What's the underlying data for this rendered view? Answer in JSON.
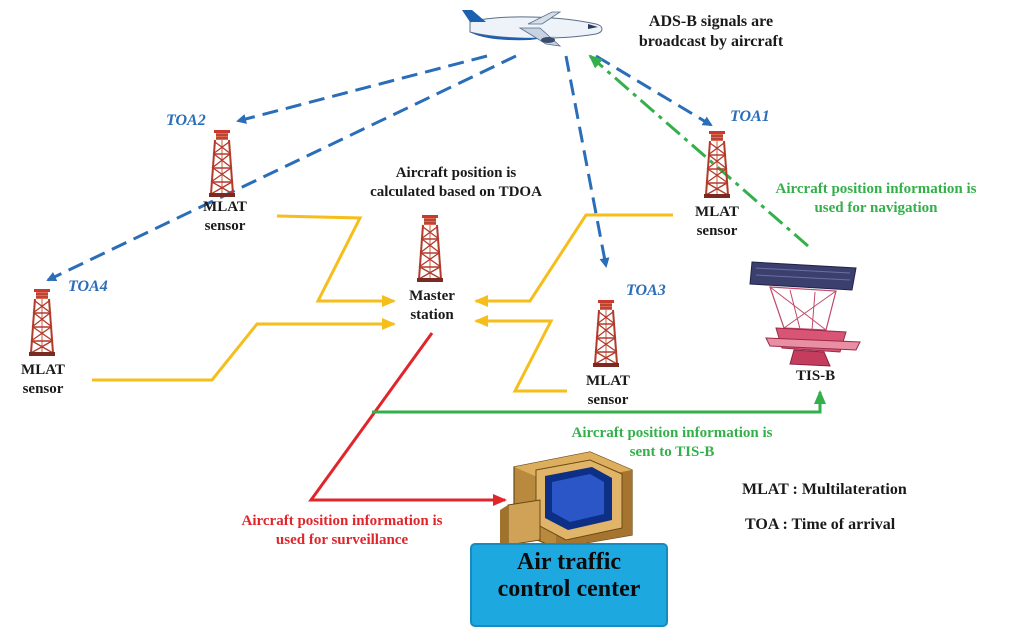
{
  "aircraft": {
    "label_line1": "ADS-B signals are",
    "label_line2": "broadcast by aircraft"
  },
  "toa": {
    "toa1": "TOA1",
    "toa2": "TOA2",
    "toa3": "TOA3",
    "toa4": "TOA4"
  },
  "sensors": {
    "sensor_label_line1": "MLAT",
    "sensor_label_line2": "sensor"
  },
  "master": {
    "caption_line1": "Aircraft position is",
    "caption_line2": "calculated based on TDOA",
    "label_line1": "Master",
    "label_line2": "station"
  },
  "tisb": {
    "label": "TIS-B"
  },
  "flows": {
    "navigation_line1": "Aircraft position information is",
    "navigation_line2": "used for navigation",
    "tisb_line1": "Aircraft position information is",
    "tisb_line2": "sent to TIS-B",
    "surveillance_line1": "Aircraft position information is",
    "surveillance_line2": "used for surveillance"
  },
  "atc": {
    "label_line1": "Air traffic",
    "label_line2": "control center"
  },
  "legend": {
    "mlat": "MLAT : Multilateration",
    "toa": "TOA : Time of arrival"
  },
  "colors": {
    "signal_blue": "#2a6db8",
    "data_yellow": "#f5be1b",
    "surveillance_red": "#e0262b",
    "navigation_green": "#33b04a",
    "tower_red": "#c83a2e",
    "atc_blue": "#1ea8e0"
  }
}
